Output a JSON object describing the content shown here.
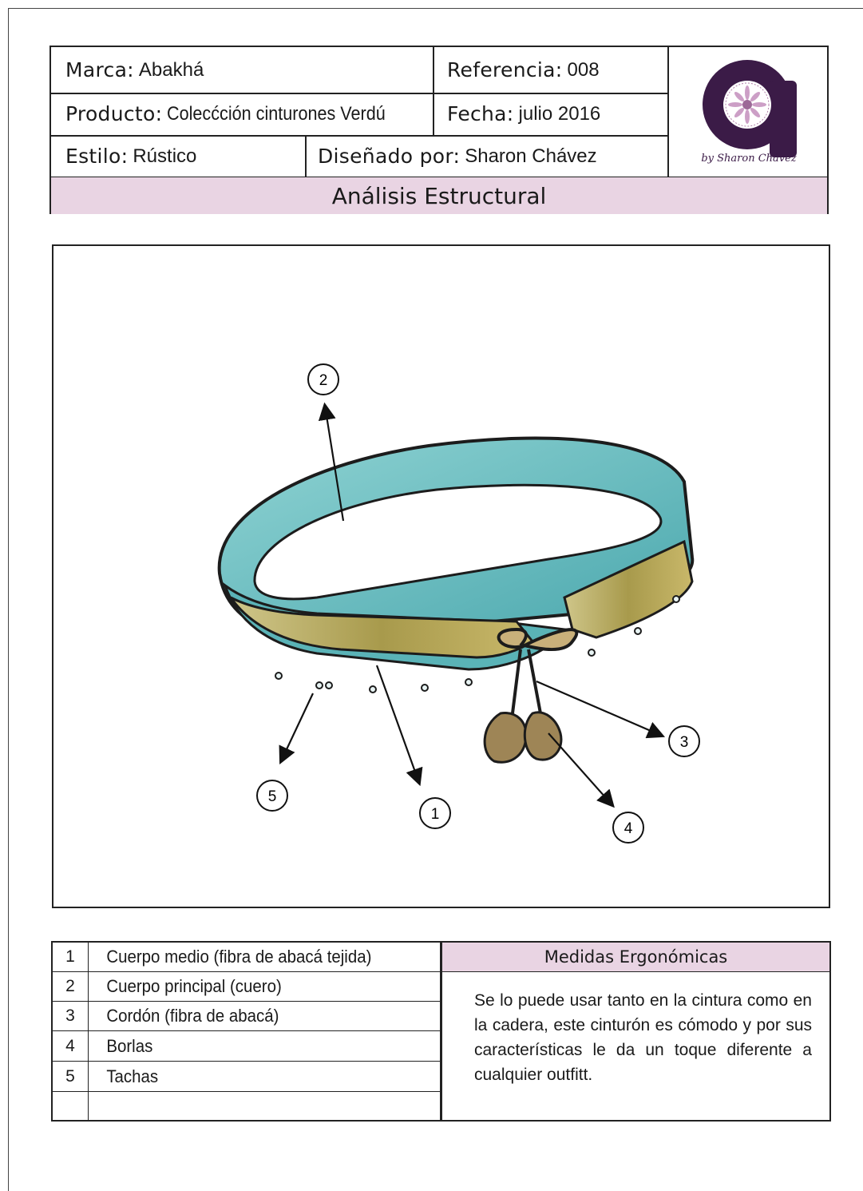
{
  "header": {
    "marca_label": "Marca:",
    "marca_value": "Abakhá",
    "producto_label": "Producto:",
    "producto_value": "Colecćción cinturones Verdú",
    "estilo_label": "Estilo:",
    "estilo_value": "Rústico",
    "referencia_label": "Referencia:",
    "referencia_value": "008",
    "fecha_label": "Fecha:",
    "fecha_value": "julio 2016",
    "disenado_label": "Diseñado por:",
    "disenado_value": "Sharon Chávez",
    "section_title": "Análisis Estructural",
    "logo_signature": "by Sharon Chávez"
  },
  "figure": {
    "callouts": [
      "1",
      "2",
      "3",
      "4",
      "5"
    ]
  },
  "legend": {
    "rows": [
      {
        "num": "1",
        "text": "Cuerpo medio (fibra de abacá tejida)"
      },
      {
        "num": "2",
        "text": "Cuerpo principal (cuero)"
      },
      {
        "num": "3",
        "text": "Cordón (fibra de abacá)"
      },
      {
        "num": "4",
        "text": "Borlas"
      },
      {
        "num": "5",
        "text": "Tachas"
      },
      {
        "num": "",
        "text": ""
      }
    ]
  },
  "medidas": {
    "title": "Medidas Ergonómicas",
    "body": "Se lo puede usar tanto en la cintura como en la cadera, este cinturón es cómodo y por sus características le da un toque diferente a cualquier outfitt."
  },
  "colors": {
    "accent_band": "#e9d4e3",
    "logo_purple": "#3b1b47",
    "belt_teal": "#6fc1c3",
    "belt_gold": "#b9a85e"
  }
}
